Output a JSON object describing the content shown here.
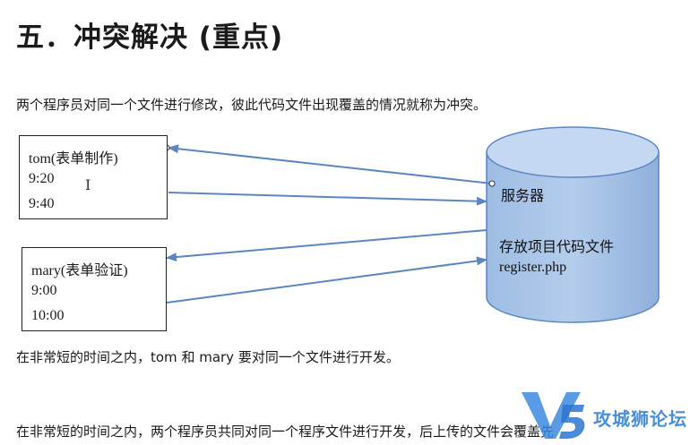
{
  "heading": "五．冲突解决 (重点)",
  "intro": "两个程序员对同一个文件进行修改，彼此代码文件出现覆盖的情况就称为冲突。",
  "tom_box": {
    "lines": [
      "tom(表单制作)",
      "9:20",
      "9:40"
    ]
  },
  "mary_box": {
    "lines": [
      "mary(表单验证)",
      "9:00",
      "10:00"
    ]
  },
  "server": {
    "title": "服务器",
    "desc": "存放项目代码文件",
    "file": "register.php",
    "fill_color": "#a9c4e6",
    "stroke_color": "#5a86c2"
  },
  "arrow_color": "#5b86c0",
  "note_short_time": "在非常短的时间之内，tom 和 mary 要对同一个文件进行开发。",
  "bottom_text": "在非常短的时间之内，两个程序员共同对同一个程序文件进行开发，后上传的文件会覆盖先",
  "watermark": "攻城狮论坛"
}
